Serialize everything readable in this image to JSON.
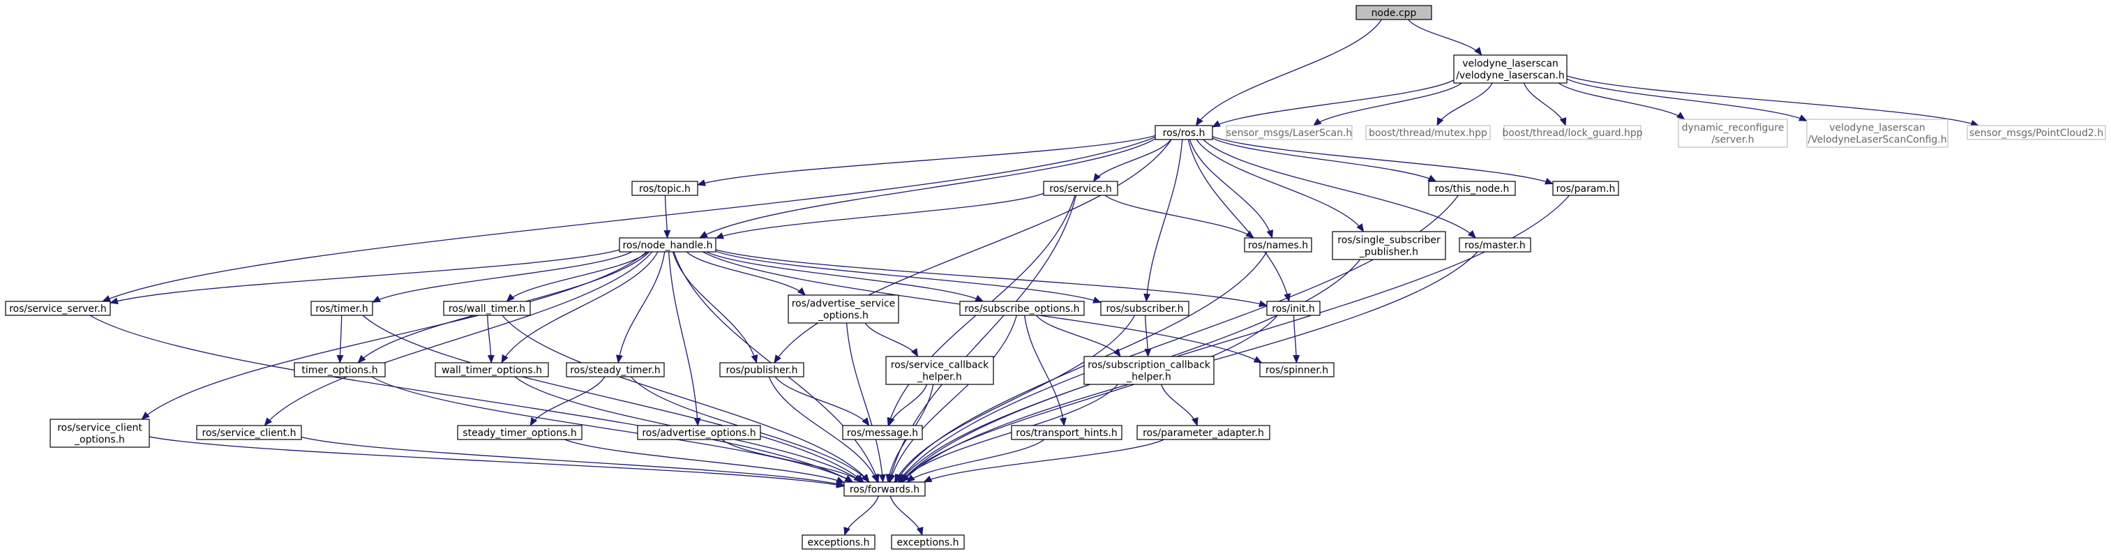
{
  "diagram": {
    "type": "include-dependency-graph",
    "colors": {
      "edge": "#191970",
      "node_border": "#000000",
      "node_fill": "#ffffff",
      "root_fill": "#bfbfbf",
      "external_border": "#bfbfbf",
      "external_text": "#666666"
    },
    "nodes": [
      {
        "id": "node_cpp",
        "lines": [
          "node.cpp"
        ],
        "style": "root"
      },
      {
        "id": "velodyne_laserscan_h",
        "lines": [
          "velodyne_laserscan",
          "/velodyne_laserscan.h"
        ],
        "style": "normal"
      },
      {
        "id": "ros_h",
        "lines": [
          "ros/ros.h"
        ],
        "style": "normal"
      },
      {
        "id": "sensor_msgs_laserscan",
        "lines": [
          "sensor_msgs/LaserScan.h"
        ],
        "style": "external"
      },
      {
        "id": "boost_mutex",
        "lines": [
          "boost/thread/mutex.hpp"
        ],
        "style": "external"
      },
      {
        "id": "boost_lock_guard",
        "lines": [
          "boost/thread/lock_guard.hpp"
        ],
        "style": "external"
      },
      {
        "id": "dynamic_reconfigure",
        "lines": [
          "dynamic_reconfigure",
          "/server.h"
        ],
        "style": "external"
      },
      {
        "id": "velodyne_config",
        "lines": [
          "velodyne_laserscan",
          "/VelodyneLaserScanConfig.h"
        ],
        "style": "external"
      },
      {
        "id": "sensor_msgs_pc2",
        "lines": [
          "sensor_msgs/PointCloud2.h"
        ],
        "style": "external"
      },
      {
        "id": "topic_h",
        "lines": [
          "ros/topic.h"
        ],
        "style": "normal"
      },
      {
        "id": "service_h",
        "lines": [
          "ros/service.h"
        ],
        "style": "normal"
      },
      {
        "id": "this_node_h",
        "lines": [
          "ros/this_node.h"
        ],
        "style": "normal"
      },
      {
        "id": "param_h",
        "lines": [
          "ros/param.h"
        ],
        "style": "normal"
      },
      {
        "id": "node_handle_h",
        "lines": [
          "ros/node_handle.h"
        ],
        "style": "normal"
      },
      {
        "id": "names_h",
        "lines": [
          "ros/names.h"
        ],
        "style": "normal"
      },
      {
        "id": "single_sub_pub_h",
        "lines": [
          "ros/single_subscriber",
          "_publisher.h"
        ],
        "style": "normal"
      },
      {
        "id": "master_h",
        "lines": [
          "ros/master.h"
        ],
        "style": "normal"
      },
      {
        "id": "service_server_h",
        "lines": [
          "ros/service_server.h"
        ],
        "style": "normal"
      },
      {
        "id": "timer_h",
        "lines": [
          "ros/timer.h"
        ],
        "style": "normal"
      },
      {
        "id": "wall_timer_h",
        "lines": [
          "ros/wall_timer.h"
        ],
        "style": "normal"
      },
      {
        "id": "adv_service_opts_h",
        "lines": [
          "ros/advertise_service",
          "_options.h"
        ],
        "style": "normal"
      },
      {
        "id": "subscribe_opts_h",
        "lines": [
          "ros/subscribe_options.h"
        ],
        "style": "normal"
      },
      {
        "id": "subscriber_h",
        "lines": [
          "ros/subscriber.h"
        ],
        "style": "normal"
      },
      {
        "id": "init_h",
        "lines": [
          "ros/init.h"
        ],
        "style": "normal"
      },
      {
        "id": "timer_options_h",
        "lines": [
          "timer_options.h"
        ],
        "style": "normal"
      },
      {
        "id": "wall_timer_options_h",
        "lines": [
          "wall_timer_options.h"
        ],
        "style": "normal"
      },
      {
        "id": "steady_timer_h",
        "lines": [
          "ros/steady_timer.h"
        ],
        "style": "normal"
      },
      {
        "id": "publisher_h",
        "lines": [
          "ros/publisher.h"
        ],
        "style": "normal"
      },
      {
        "id": "service_cb_helper_h",
        "lines": [
          "ros/service_callback",
          "_helper.h"
        ],
        "style": "normal"
      },
      {
        "id": "subscription_cb_helper_h",
        "lines": [
          "ros/subscription_callback",
          "_helper.h"
        ],
        "style": "normal"
      },
      {
        "id": "spinner_h",
        "lines": [
          "ros/spinner.h"
        ],
        "style": "normal"
      },
      {
        "id": "service_client_opts_h",
        "lines": [
          "ros/service_client",
          "_options.h"
        ],
        "style": "normal"
      },
      {
        "id": "service_client_h",
        "lines": [
          "ros/service_client.h"
        ],
        "style": "normal"
      },
      {
        "id": "steady_timer_opts_h",
        "lines": [
          "steady_timer_options.h"
        ],
        "style": "normal"
      },
      {
        "id": "advertise_opts_h",
        "lines": [
          "ros/advertise_options.h"
        ],
        "style": "normal"
      },
      {
        "id": "message_h",
        "lines": [
          "ros/message.h"
        ],
        "style": "normal"
      },
      {
        "id": "transport_hints_h",
        "lines": [
          "ros/transport_hints.h"
        ],
        "style": "normal"
      },
      {
        "id": "parameter_adapter_h",
        "lines": [
          "ros/parameter_adapter.h"
        ],
        "style": "normal"
      },
      {
        "id": "forwards_h",
        "lines": [
          "ros/forwards.h"
        ],
        "style": "normal"
      },
      {
        "id": "exceptions_a",
        "lines": [
          "exceptions.h"
        ],
        "style": "normal"
      },
      {
        "id": "exceptions_b",
        "lines": [
          "exceptions.h"
        ],
        "style": "normal"
      }
    ],
    "edges": [
      [
        "node_cpp",
        "ros_h"
      ],
      [
        "node_cpp",
        "velodyne_laserscan_h"
      ],
      [
        "velodyne_laserscan_h",
        "ros_h"
      ],
      [
        "velodyne_laserscan_h",
        "sensor_msgs_laserscan"
      ],
      [
        "velodyne_laserscan_h",
        "boost_mutex"
      ],
      [
        "velodyne_laserscan_h",
        "boost_lock_guard"
      ],
      [
        "velodyne_laserscan_h",
        "dynamic_reconfigure"
      ],
      [
        "velodyne_laserscan_h",
        "velodyne_config"
      ],
      [
        "velodyne_laserscan_h",
        "sensor_msgs_pc2"
      ],
      [
        "ros_h",
        "topic_h"
      ],
      [
        "ros_h",
        "node_handle_h"
      ],
      [
        "ros_h",
        "service_h"
      ],
      [
        "ros_h",
        "this_node_h"
      ],
      [
        "ros_h",
        "param_h"
      ],
      [
        "ros_h",
        "names_h"
      ],
      [
        "ros_h",
        "single_sub_pub_h"
      ],
      [
        "ros_h",
        "master_h"
      ],
      [
        "ros_h",
        "service_server_h"
      ],
      [
        "ros_h",
        "subscriber_h"
      ],
      [
        "ros_h",
        "init_h"
      ],
      [
        "ros_h",
        "publisher_h"
      ],
      [
        "topic_h",
        "node_handle_h"
      ],
      [
        "service_h",
        "node_handle_h"
      ],
      [
        "service_h",
        "names_h"
      ],
      [
        "service_h",
        "message_h"
      ],
      [
        "service_h",
        "forwards_h"
      ],
      [
        "this_node_h",
        "forwards_h"
      ],
      [
        "param_h",
        "forwards_h"
      ],
      [
        "names_h",
        "forwards_h"
      ],
      [
        "single_sub_pub_h",
        "forwards_h"
      ],
      [
        "master_h",
        "forwards_h"
      ],
      [
        "node_handle_h",
        "service_server_h"
      ],
      [
        "node_handle_h",
        "service_client_opts_h"
      ],
      [
        "node_handle_h",
        "service_client_h"
      ],
      [
        "node_handle_h",
        "timer_h"
      ],
      [
        "node_handle_h",
        "timer_options_h"
      ],
      [
        "node_handle_h",
        "wall_timer_h"
      ],
      [
        "node_handle_h",
        "wall_timer_options_h"
      ],
      [
        "node_handle_h",
        "steady_timer_h"
      ],
      [
        "node_handle_h",
        "advertise_opts_h"
      ],
      [
        "node_handle_h",
        "publisher_h"
      ],
      [
        "node_handle_h",
        "adv_service_opts_h"
      ],
      [
        "node_handle_h",
        "subscribe_opts_h"
      ],
      [
        "node_handle_h",
        "subscriber_h"
      ],
      [
        "node_handle_h",
        "init_h"
      ],
      [
        "node_handle_h",
        "spinner_h"
      ],
      [
        "node_handle_h",
        "forwards_h"
      ],
      [
        "service_server_h",
        "forwards_h"
      ],
      [
        "timer_h",
        "timer_options_h"
      ],
      [
        "timer_h",
        "forwards_h"
      ],
      [
        "wall_timer_h",
        "wall_timer_options_h"
      ],
      [
        "wall_timer_h",
        "forwards_h"
      ],
      [
        "timer_options_h",
        "forwards_h"
      ],
      [
        "wall_timer_options_h",
        "forwards_h"
      ],
      [
        "steady_timer_h",
        "steady_timer_opts_h"
      ],
      [
        "steady_timer_h",
        "forwards_h"
      ],
      [
        "steady_timer_opts_h",
        "forwards_h"
      ],
      [
        "adv_service_opts_h",
        "service_cb_helper_h"
      ],
      [
        "adv_service_opts_h",
        "forwards_h"
      ],
      [
        "service_cb_helper_h",
        "message_h"
      ],
      [
        "service_cb_helper_h",
        "forwards_h"
      ],
      [
        "subscribe_opts_h",
        "transport_hints_h"
      ],
      [
        "subscribe_opts_h",
        "subscription_cb_helper_h"
      ],
      [
        "subscribe_opts_h",
        "forwards_h"
      ],
      [
        "subscriber_h",
        "subscription_cb_helper_h"
      ],
      [
        "subscriber_h",
        "forwards_h"
      ],
      [
        "subscription_cb_helper_h",
        "parameter_adapter_h"
      ],
      [
        "subscription_cb_helper_h",
        "forwards_h"
      ],
      [
        "parameter_adapter_h",
        "forwards_h"
      ],
      [
        "transport_hints_h",
        "forwards_h"
      ],
      [
        "init_h",
        "spinner_h"
      ],
      [
        "init_h",
        "forwards_h"
      ],
      [
        "publisher_h",
        "message_h"
      ],
      [
        "publisher_h",
        "forwards_h"
      ],
      [
        "advertise_opts_h",
        "forwards_h"
      ],
      [
        "service_client_h",
        "forwards_h"
      ],
      [
        "service_client_opts_h",
        "forwards_h"
      ],
      [
        "forwards_h",
        "exceptions_a"
      ],
      [
        "forwards_h",
        "exceptions_b"
      ]
    ]
  }
}
